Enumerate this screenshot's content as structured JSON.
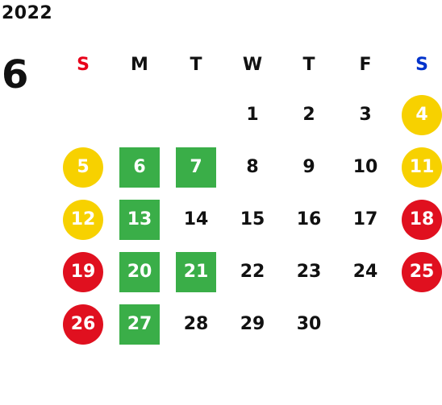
{
  "year": "2022",
  "month": "6",
  "colors": {
    "sunday_header": "#e8001a",
    "saturday_header": "#0033cc",
    "weekday_header": "#111111",
    "holiday_yellow": "#f7d100",
    "holiday_red": "#e0101f",
    "highlight_green": "#3aae48"
  },
  "weekdays": [
    {
      "label": "S",
      "color": "#e8001a"
    },
    {
      "label": "M",
      "color": "#111111"
    },
    {
      "label": "T",
      "color": "#111111"
    },
    {
      "label": "W",
      "color": "#111111"
    },
    {
      "label": "T",
      "color": "#111111"
    },
    {
      "label": "F",
      "color": "#111111"
    },
    {
      "label": "S",
      "color": "#0033cc"
    }
  ],
  "weeks": [
    [
      null,
      null,
      null,
      {
        "day": "1"
      },
      {
        "day": "2"
      },
      {
        "day": "3"
      },
      {
        "day": "4",
        "style": "circle",
        "fill": "#f7d100"
      }
    ],
    [
      {
        "day": "5",
        "style": "circle",
        "fill": "#f7d100"
      },
      {
        "day": "6",
        "style": "square",
        "fill": "#3aae48"
      },
      {
        "day": "7",
        "style": "square",
        "fill": "#3aae48"
      },
      {
        "day": "8"
      },
      {
        "day": "9"
      },
      {
        "day": "10"
      },
      {
        "day": "11",
        "style": "circle",
        "fill": "#f7d100"
      }
    ],
    [
      {
        "day": "12",
        "style": "circle",
        "fill": "#f7d100"
      },
      {
        "day": "13",
        "style": "square",
        "fill": "#3aae48"
      },
      {
        "day": "14"
      },
      {
        "day": "15"
      },
      {
        "day": "16"
      },
      {
        "day": "17"
      },
      {
        "day": "18",
        "style": "circle",
        "fill": "#e0101f"
      }
    ],
    [
      {
        "day": "19",
        "style": "circle",
        "fill": "#e0101f"
      },
      {
        "day": "20",
        "style": "square",
        "fill": "#3aae48"
      },
      {
        "day": "21",
        "style": "square",
        "fill": "#3aae48"
      },
      {
        "day": "22"
      },
      {
        "day": "23"
      },
      {
        "day": "24"
      },
      {
        "day": "25",
        "style": "circle",
        "fill": "#e0101f"
      }
    ],
    [
      {
        "day": "26",
        "style": "circle",
        "fill": "#e0101f"
      },
      {
        "day": "27",
        "style": "square",
        "fill": "#3aae48"
      },
      {
        "day": "28"
      },
      {
        "day": "29"
      },
      {
        "day": "30"
      },
      null,
      null
    ]
  ]
}
